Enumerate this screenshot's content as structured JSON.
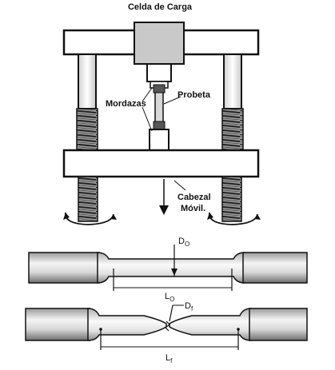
{
  "labels": {
    "load_cell": "Celda de Carga",
    "grips": "Mordazas",
    "specimen": "Probeta",
    "crosshead_line1": "Cabezal",
    "crosshead_line2": "Móvil."
  },
  "specimen_initial": {
    "diameter_main": "D",
    "diameter_sub": "O",
    "length_main": "L",
    "length_sub": "O"
  },
  "specimen_final": {
    "diameter_main": "D",
    "diameter_sub": "f",
    "length_main": "L",
    "length_sub": "f"
  }
}
